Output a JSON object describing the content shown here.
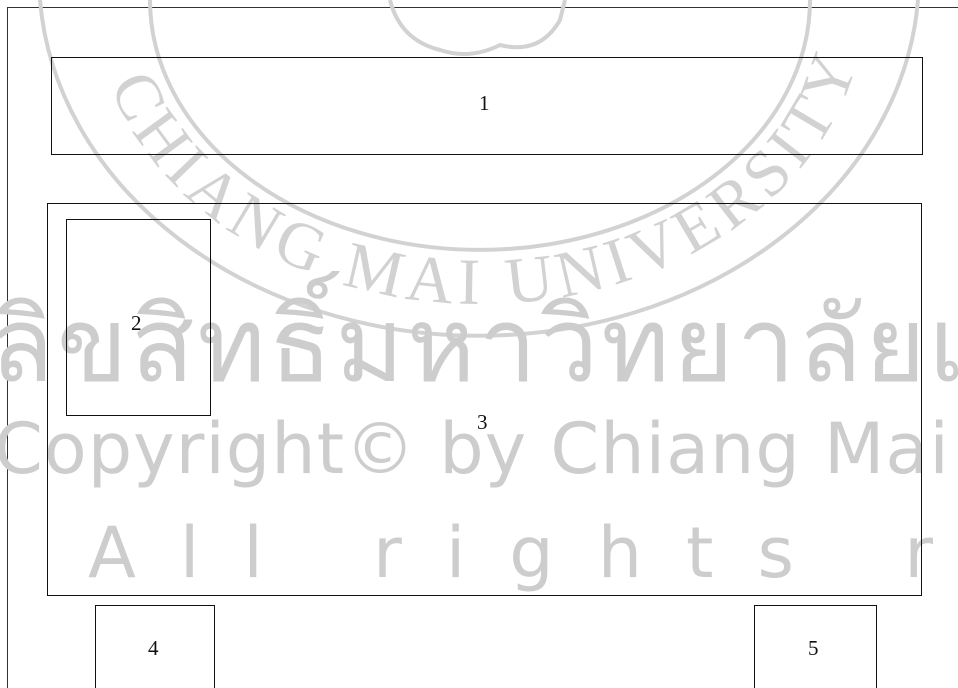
{
  "watermark": {
    "seal_text": "CHIANG MAI UNIVERSITY",
    "thai_text": "ลิขสิทธิ์มหาวิทยาลัยเชียงใหม่",
    "copyright_text": "Copyright© by Chiang Mai University",
    "rights_text": "All rights reserved",
    "color": "#cdcdcd"
  },
  "diagram": {
    "labels": {
      "box1": "1",
      "box2": "2",
      "box3": "3",
      "box4": "4",
      "box5": "5"
    }
  }
}
